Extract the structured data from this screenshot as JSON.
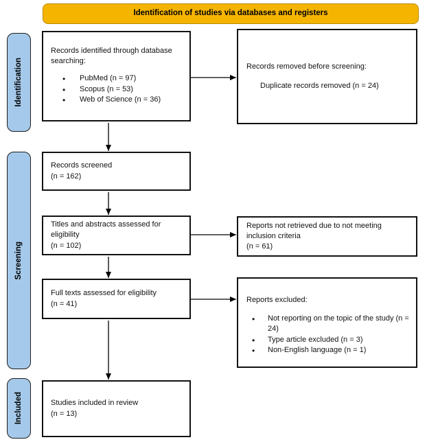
{
  "banner": {
    "label": "Identification of studies via databases and registers"
  },
  "stages": {
    "identification": "Identification",
    "screening": "Screening",
    "included": "Included"
  },
  "boxes": {
    "records_identified": {
      "intro": "Records identified through database searching:",
      "bullets": [
        "PubMed (n = 97)",
        "Scopus (n = 53)",
        "Web of Science (n = 36)"
      ]
    },
    "records_removed": {
      "intro": "Records removed before screening:",
      "detail": "Duplicate records removed (n = 24)"
    },
    "records_screened": {
      "line1": "Records screened",
      "line2": "(n = 162)"
    },
    "titles_abstracts": {
      "line1": "Titles and abstracts assessed for",
      "line2": "eligibility",
      "line3": "(n = 102)"
    },
    "reports_not_retrieved": {
      "line1": "Reports not retrieved due to not meeting",
      "line2": "inclusion criteria",
      "line3": "(n = 61)"
    },
    "full_texts": {
      "line1": "Full texts assessed for eligibility",
      "line2": "(n = 41)"
    },
    "reports_excluded": {
      "intro": "Reports excluded:",
      "bullets": [
        "Not reporting on the topic of the study (n = 24)",
        "Type article excluded (n = 3)",
        "Non-English language (n = 1)"
      ]
    },
    "studies_included": {
      "line1": "Studies included in review",
      "line2": "(n = 13)"
    }
  },
  "colors": {
    "banner_bg": "#F5B400",
    "banner_border": "#B88A00",
    "stage_bg": "#A5C9EA",
    "box_border": "#111111",
    "arrow": "#000000"
  }
}
